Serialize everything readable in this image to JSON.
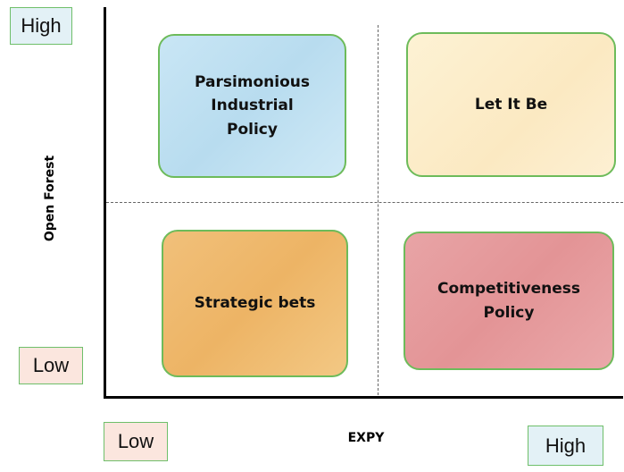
{
  "diagram": {
    "y_axis": {
      "title": "Open Forest",
      "high_label": "High",
      "low_label": "Low"
    },
    "x_axis": {
      "title": "EXPY",
      "low_label": "Low",
      "high_label": "High"
    },
    "quadrants": {
      "top_left": {
        "lines": [
          "Parsimonious",
          "Industrial",
          "Policy"
        ]
      },
      "top_right": {
        "lines": [
          "Let It Be"
        ]
      },
      "bottom_left": {
        "lines": [
          "Strategic bets"
        ]
      },
      "bottom_right": {
        "lines": [
          "Competitiveness",
          "Policy"
        ]
      }
    }
  },
  "colors": {
    "box_border": "#6dbb5a",
    "top_left_fill": "#c9e6f5",
    "top_right_fill": "#fdf2d4",
    "bottom_left_fill": "#f1c07a",
    "bottom_right_fill": "#e8a4a6",
    "high_tag_fill": "#e3f1f6",
    "low_tag_fill": "#fbe6de"
  }
}
